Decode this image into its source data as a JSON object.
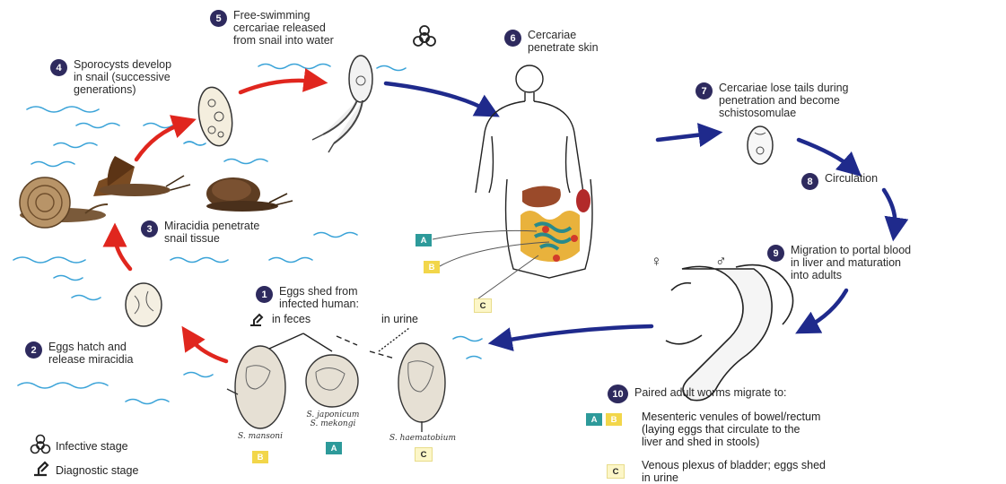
{
  "steps": [
    {
      "num": "1",
      "text": "Eggs shed from\ninfected human:"
    },
    {
      "num": "2",
      "text": "Eggs hatch and\nrelease miracidia"
    },
    {
      "num": "3",
      "text": "Miracidia penetrate\nsnail tissue"
    },
    {
      "num": "4",
      "text": "Sporocysts develop\nin snail (successive\ngenerations)"
    },
    {
      "num": "5",
      "text": "Free-swimming\ncercariae released\nfrom snail into water"
    },
    {
      "num": "6",
      "text": "Cercariae\npenetrate skin"
    },
    {
      "num": "7",
      "text": "Cercariae lose tails during\npenetration and become\nschistosomulae"
    },
    {
      "num": "8",
      "text": "Circulation"
    },
    {
      "num": "9",
      "text": "Migration to portal blood\nin liver and maturation\ninto adults"
    },
    {
      "num": "10",
      "text": "Paired adult worms migrate to:"
    }
  ],
  "egg_routes": {
    "feces": "in feces",
    "urine": "in urine"
  },
  "species": {
    "mansoni": "S. mansoni",
    "japonicum": "S. japonicum\nS. mekongi",
    "haematobium": "S. haematobium"
  },
  "badges": {
    "a": "A",
    "b": "B",
    "c": "C"
  },
  "destinations": {
    "ab_text": "Mesenteric venules of bowel/rectum\n(laying eggs that circulate to the\nliver and shed in stools)",
    "c_text": "Venous plexus of bladder; eggs shed\nin urine"
  },
  "legend": {
    "infective": "Infective stage",
    "diagnostic": "Diagnostic stage"
  },
  "sex_symbols": {
    "female": "♀",
    "male": "♂"
  },
  "colors": {
    "red_arrow": "#e0261e",
    "blue_arrow": "#1f2a8c",
    "water": "#3aa3d8",
    "number_circle": "#2e2a5e"
  }
}
